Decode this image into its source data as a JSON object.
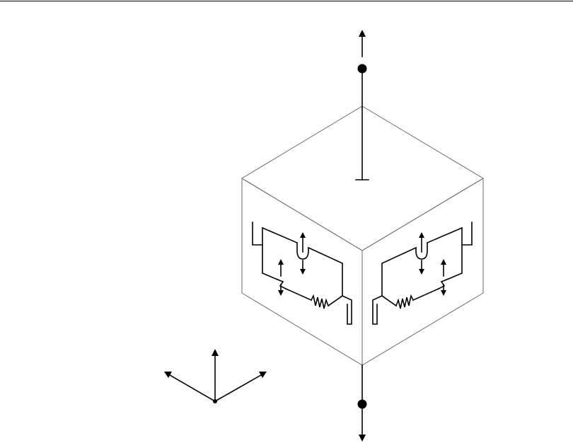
{
  "figure": {
    "top_rule": true,
    "isometric_cube": {
      "left_face_symbol": "viscoelastic-spring-dashpot-network",
      "right_face_symbol": "viscoelastic-spring-dashpot-network"
    },
    "axial_load": {
      "top": "tension-arrow-up",
      "bottom": "tension-arrow-down"
    },
    "coordinate_triad": [
      "up",
      "upper-left",
      "upper-right"
    ],
    "colors": {
      "line": "#000000",
      "cube_edge": "#6a6a6a",
      "background": "#ffffff"
    }
  }
}
